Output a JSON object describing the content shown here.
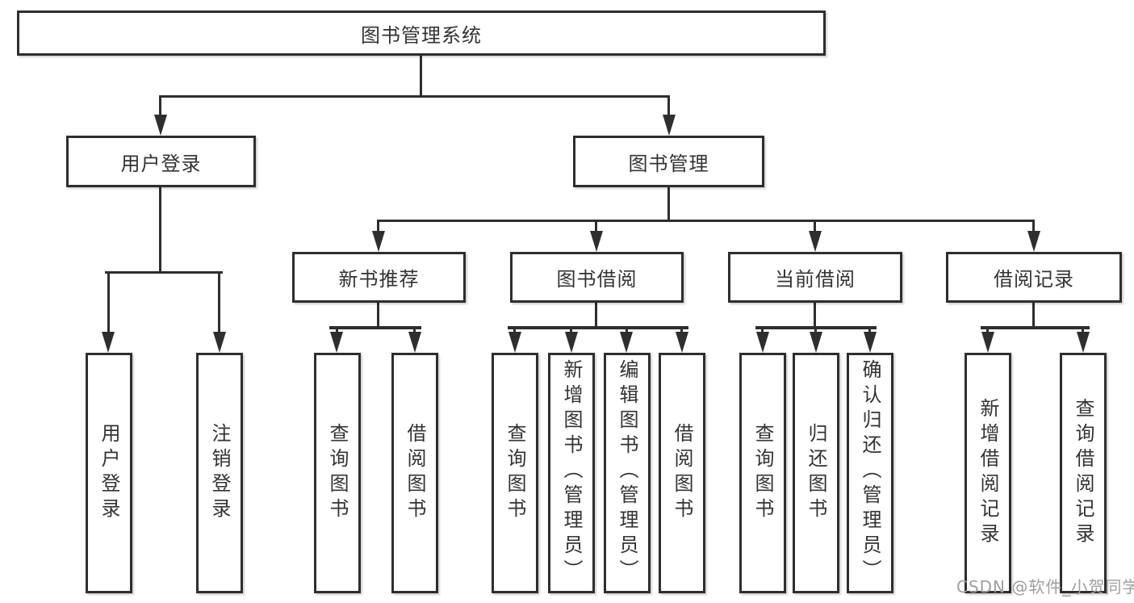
{
  "nodes": {
    "root": "图书管理系统",
    "login": "用户登录",
    "management": "图书管理",
    "new_book": "新书推荐",
    "book_borrow": "图书借阅",
    "current_borrow": "当前借阅",
    "borrow_records": "借阅记录",
    "login_leaf_1": "用户登录",
    "login_leaf_2": "注销登录",
    "new_book_leaf_1": "查询图书",
    "new_book_leaf_2": "借阅图书",
    "borrow_leaf_1": "查询图书",
    "borrow_leaf_2": "新增图书（管理员）",
    "borrow_leaf_3": "编辑图书（管理员）",
    "borrow_leaf_4": "借阅图书",
    "current_leaf_1": "查询图书",
    "current_leaf_2": "归还图书",
    "current_leaf_3": "确认归还（管理员）",
    "records_leaf_1": "新增借阅记录",
    "records_leaf_2": "查询借阅记录"
  },
  "hierarchy": {
    "图书管理系统": [
      "用户登录",
      "图书管理"
    ],
    "用户登录": [
      "用户登录",
      "注销登录"
    ],
    "图书管理": [
      "新书推荐",
      "图书借阅",
      "当前借阅",
      "借阅记录"
    ],
    "新书推荐": [
      "查询图书",
      "借阅图书"
    ],
    "图书借阅": [
      "查询图书",
      "新增图书（管理员）",
      "编辑图书（管理员）",
      "借阅图书"
    ],
    "当前借阅": [
      "查询图书",
      "归还图书",
      "确认归还（管理员）"
    ],
    "借阅记录": [
      "新增借阅记录",
      "查询借阅记录"
    ]
  },
  "watermark": "CSDN @软件_小贺同学",
  "colors": {
    "line": "#2e2e2e",
    "text": "#333333",
    "watermark": "#9e9e9e",
    "background": "#ffffff"
  }
}
